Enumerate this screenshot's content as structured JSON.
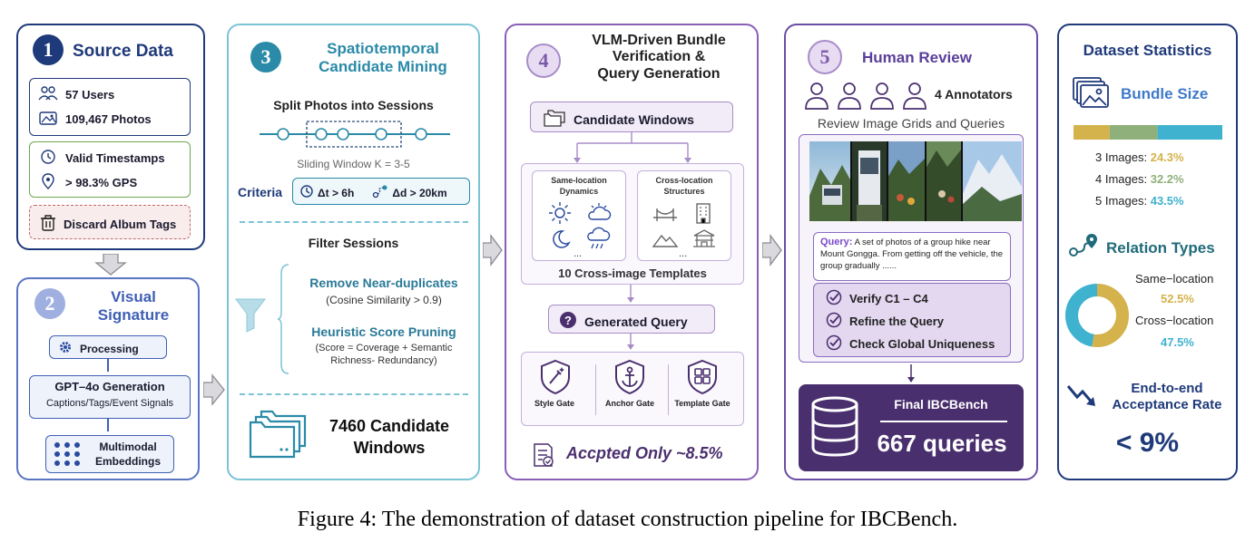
{
  "caption": "Figure 4: The demonstration of dataset construction pipeline for IBCBench.",
  "panel1": {
    "number": "1",
    "title": "Source Data",
    "users": "57 Users",
    "photos": "109,467 Photos",
    "timestamps": "Valid Timestamps",
    "gps": "> 98.3% GPS",
    "discard": "Discard Album Tags"
  },
  "panel2": {
    "number": "2",
    "title_line1": "Visual",
    "title_line2": "Signature",
    "processing": "Processing",
    "gpt_title": "GPT–4o Generation",
    "gpt_sub": "Captions/Tags/Event Signals",
    "embed_line1": "Multimodal",
    "embed_line2": "Embeddings"
  },
  "panel3": {
    "number": "3",
    "title_line1": "Spatiotemporal",
    "title_line2": "Candidate Mining",
    "split": "Split Photos into Sessions",
    "sliding": "Sliding Window K = 3-5",
    "criteria_label": "Criteria",
    "criteria_time": "Δt > 6h",
    "criteria_dist": "Δd > 20km",
    "filter": "Filter Sessions",
    "near_dup": "Remove Near-duplicates",
    "near_dup_sub": "(Cosine Similarity > 0.9)",
    "heuristic": "Heuristic Score Pruning",
    "heuristic_sub1": "(Score = Coverage + Semantic",
    "heuristic_sub2": "Richness- Redundancy)",
    "windows_line1": "7460 Candidate",
    "windows_line2": "Windows"
  },
  "panel4": {
    "number": "4",
    "title_line1": "VLM-Driven Bundle",
    "title_line2": "Verification &",
    "title_line3": "Query Generation",
    "candidate": "Candidate Windows",
    "same_loc1": "Same-location",
    "same_loc2": "Dynamics",
    "cross_loc1": "Cross-location",
    "cross_loc2": "Structures",
    "ellipsis": "...",
    "templates": "10 Cross-image Templates",
    "generated": "Generated Query",
    "style_gate": "Style Gate",
    "anchor_gate": "Anchor Gate",
    "template_gate": "Template Gate",
    "accepted": "Accpted Only ~8.5%"
  },
  "panel5": {
    "number": "5",
    "title": "Human Review",
    "annotators": "4 Annotators",
    "review": "Review Image Grids and Queries",
    "query_label": "Query:",
    "query_text": "A set of photos of a group hike near Mount Gongga. From getting off the vehicle, the group gradually ......",
    "verify": "Verify C1 – C4",
    "refine": "Refine the Query",
    "check": "Check Global Uniqueness",
    "final_title": "Final IBCBench",
    "final_value": "667 queries"
  },
  "panel6": {
    "title": "Dataset Statistics",
    "bundle_size": "Bundle Size",
    "img3_label": "3 Images:",
    "img3_value": "24.3%",
    "img4_label": "4 Images:",
    "img4_value": "32.2%",
    "img5_label": "5 Images:",
    "img5_value": "43.5%",
    "relation": "Relation Types",
    "same_label": "Same−location",
    "same_value": "52.5%",
    "cross_label": "Cross−location",
    "cross_value": "47.5%",
    "e2e_line1": "End-to-end",
    "e2e_line2": "Acceptance Rate",
    "e2e_value": "< 9%"
  },
  "bundle_shares": [
    24.3,
    32.2,
    43.5
  ],
  "relation_shares": [
    52.5,
    47.5
  ],
  "colors": {
    "navy": "#1f3a7a",
    "blue": "#5a75c2",
    "teal": "#2a8aa8",
    "purple": "#6a4ea4",
    "gold": "#d4b24c",
    "green": "#8fb07a",
    "cyan": "#3fb2cf",
    "dark_purple": "#4a2f6e"
  }
}
